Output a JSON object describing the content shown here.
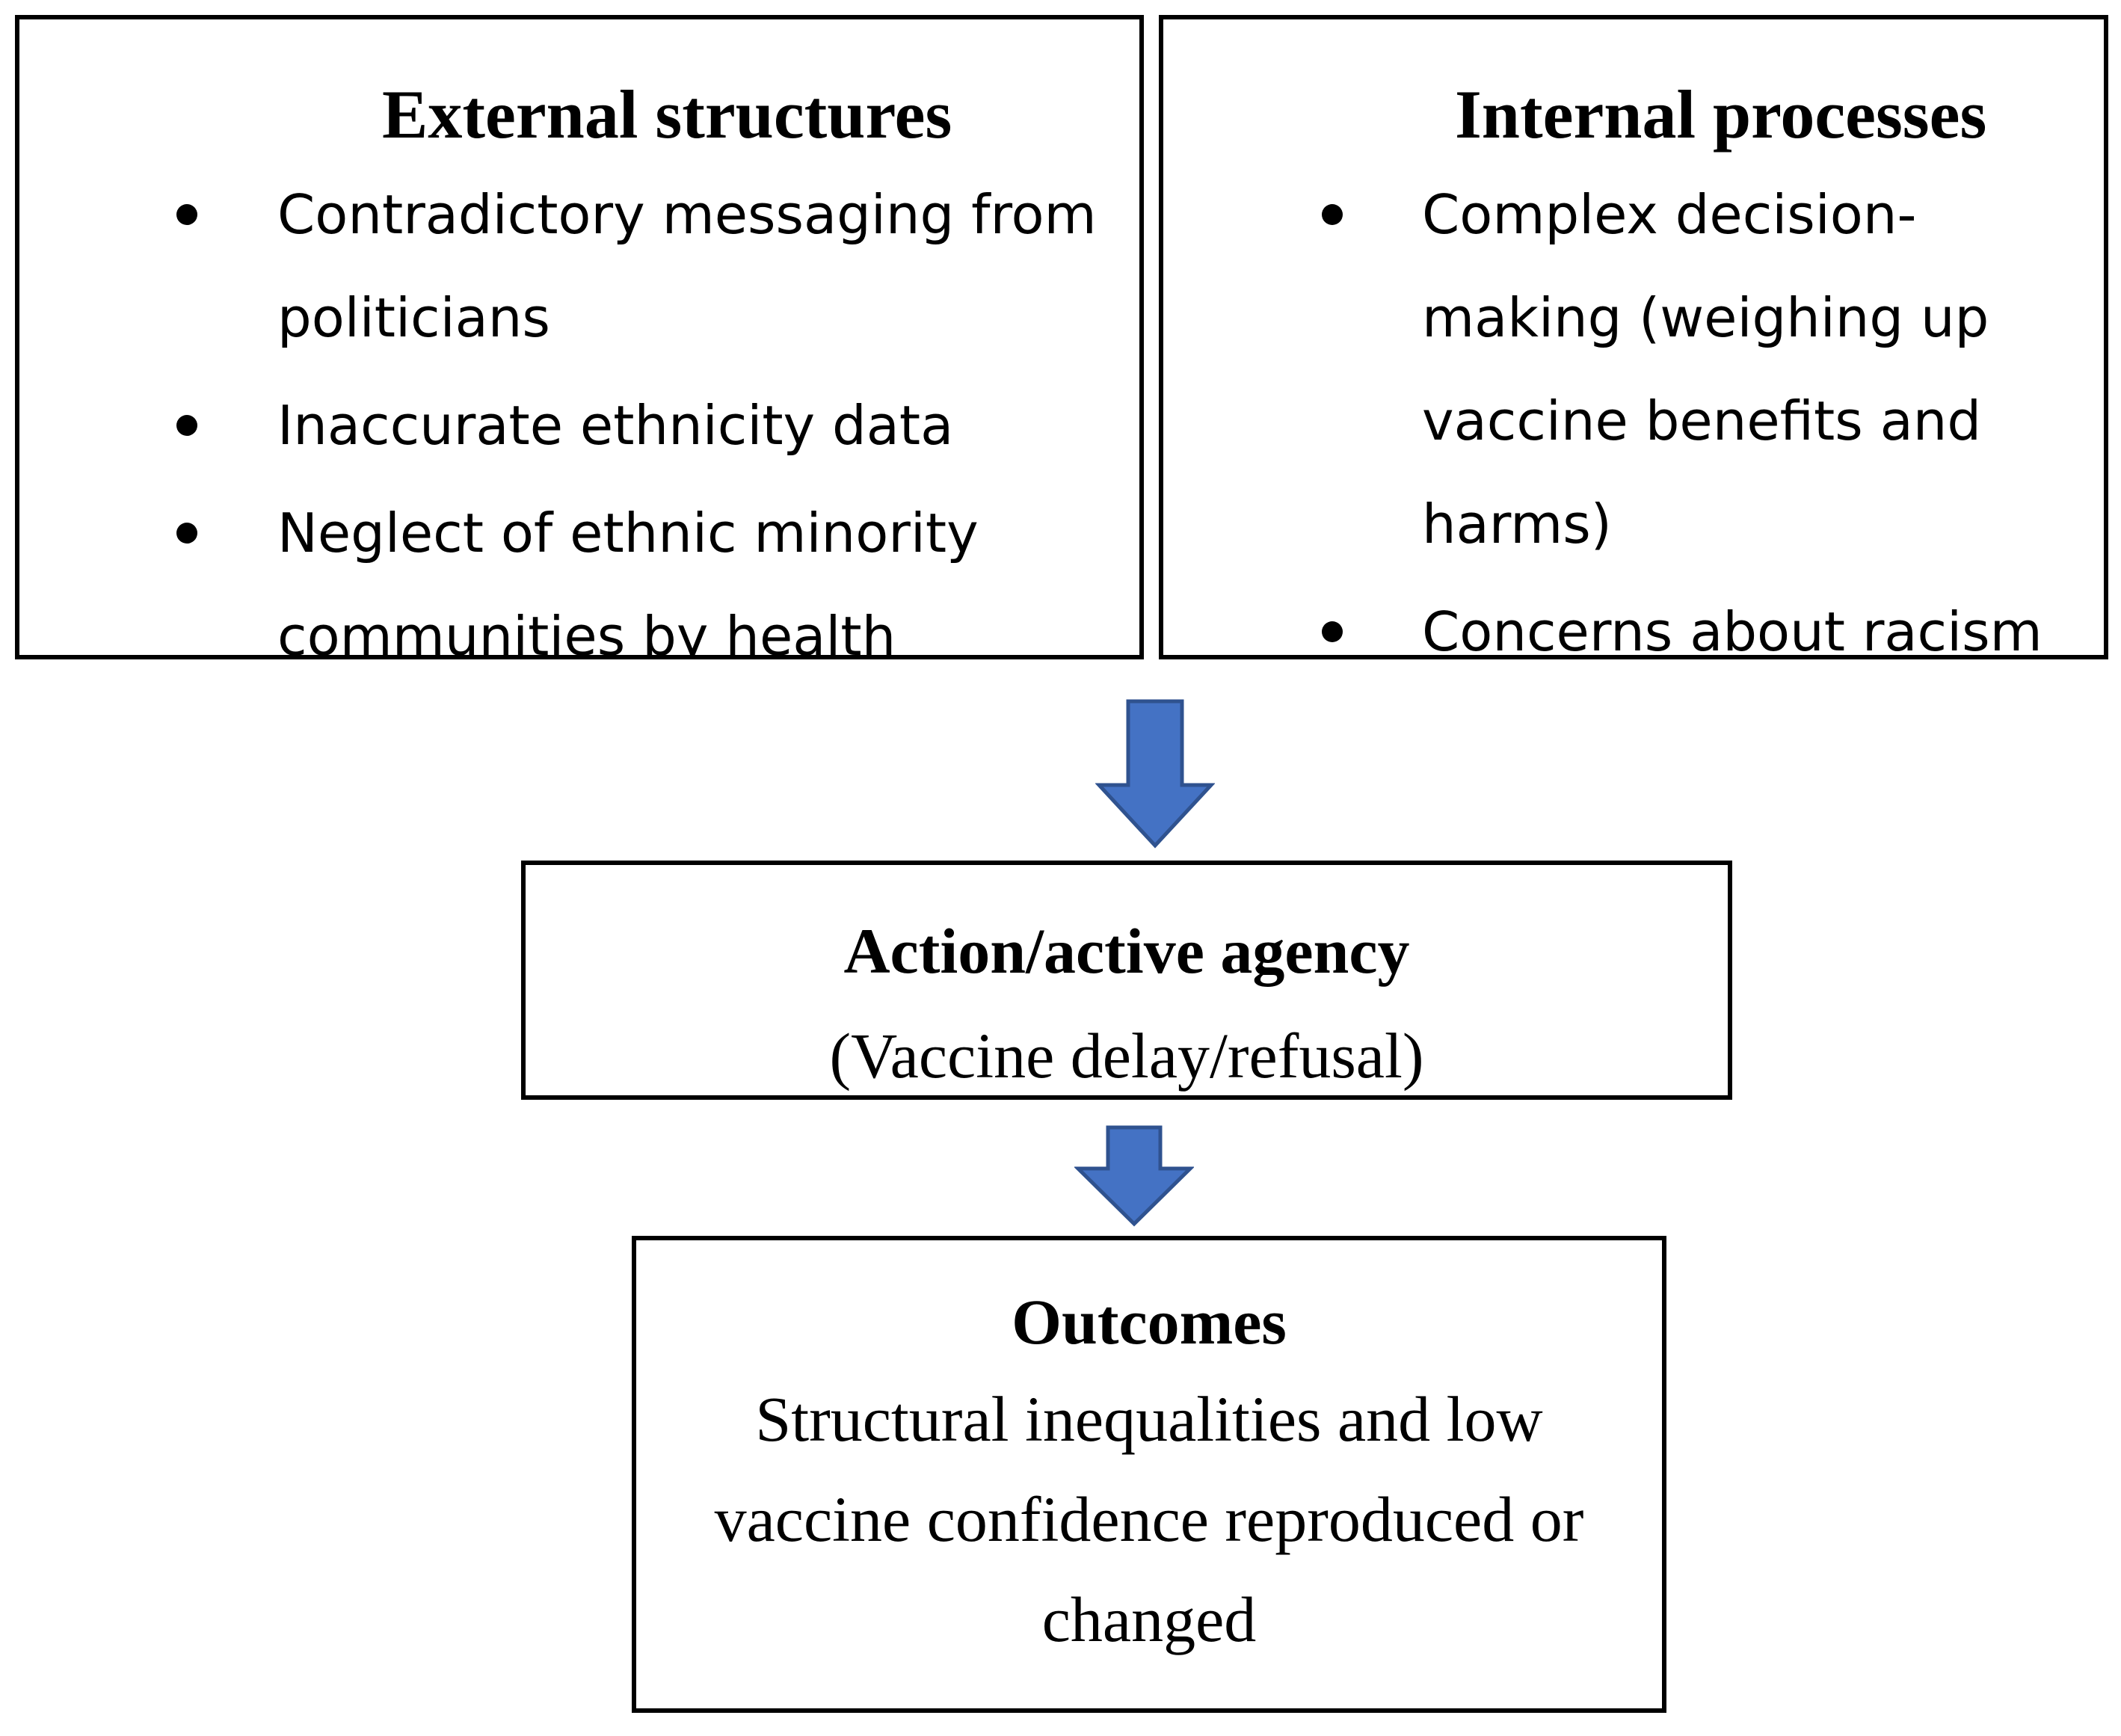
{
  "external": {
    "title": "External structures",
    "items": [
      "Contradictory messaging from politicians",
      "Inaccurate ethnicity data",
      "Neglect of ethnic minority communities by health"
    ]
  },
  "internal": {
    "title": "Internal processes",
    "items": [
      "Complex decision-making (weighing up vaccine benefits and harms)",
      "Concerns about racism"
    ]
  },
  "action": {
    "title": "Action/active agency",
    "subtitle": "(Vaccine delay/refusal)"
  },
  "outcome": {
    "title": "Outcomes",
    "body": "Structural inequalities and low vaccine confidence reproduced or changed"
  },
  "colors": {
    "arrow_fill": "#4472C4",
    "arrow_stroke": "#2F528F",
    "border": "#000000"
  },
  "icons": {
    "flow_arrow": "down-arrow-icon"
  }
}
